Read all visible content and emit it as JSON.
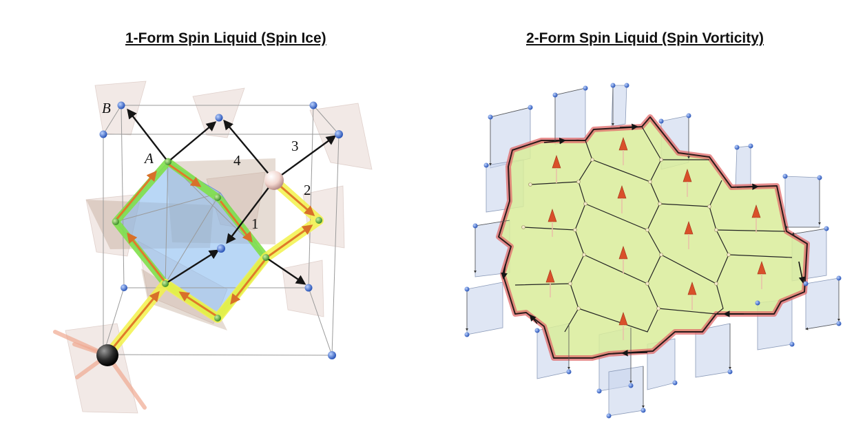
{
  "panels": {
    "left": {
      "title": "1-Form Spin Liquid (Spin Ice)",
      "labels": {
        "B": "B",
        "A": "A",
        "n1": "1",
        "n2": "2",
        "n3": "3",
        "n4": "4"
      }
    },
    "right": {
      "title": "2-Form Spin Liquid (Spin Vorticity)"
    }
  },
  "colors": {
    "site_blue": "#3f6fd0",
    "arrow_black": "#151515",
    "arrow_orange": "#e07a2a",
    "green_loop": "#7fe04a",
    "yellow_loop": "#f2f24a",
    "membrane_green": "#d9ec9a",
    "boundary_red": "#e06a6a",
    "plaquette_blue": "#c9d6ec",
    "spin_cone": "#d9502a",
    "tetra_pink": "#e8d6d2"
  }
}
